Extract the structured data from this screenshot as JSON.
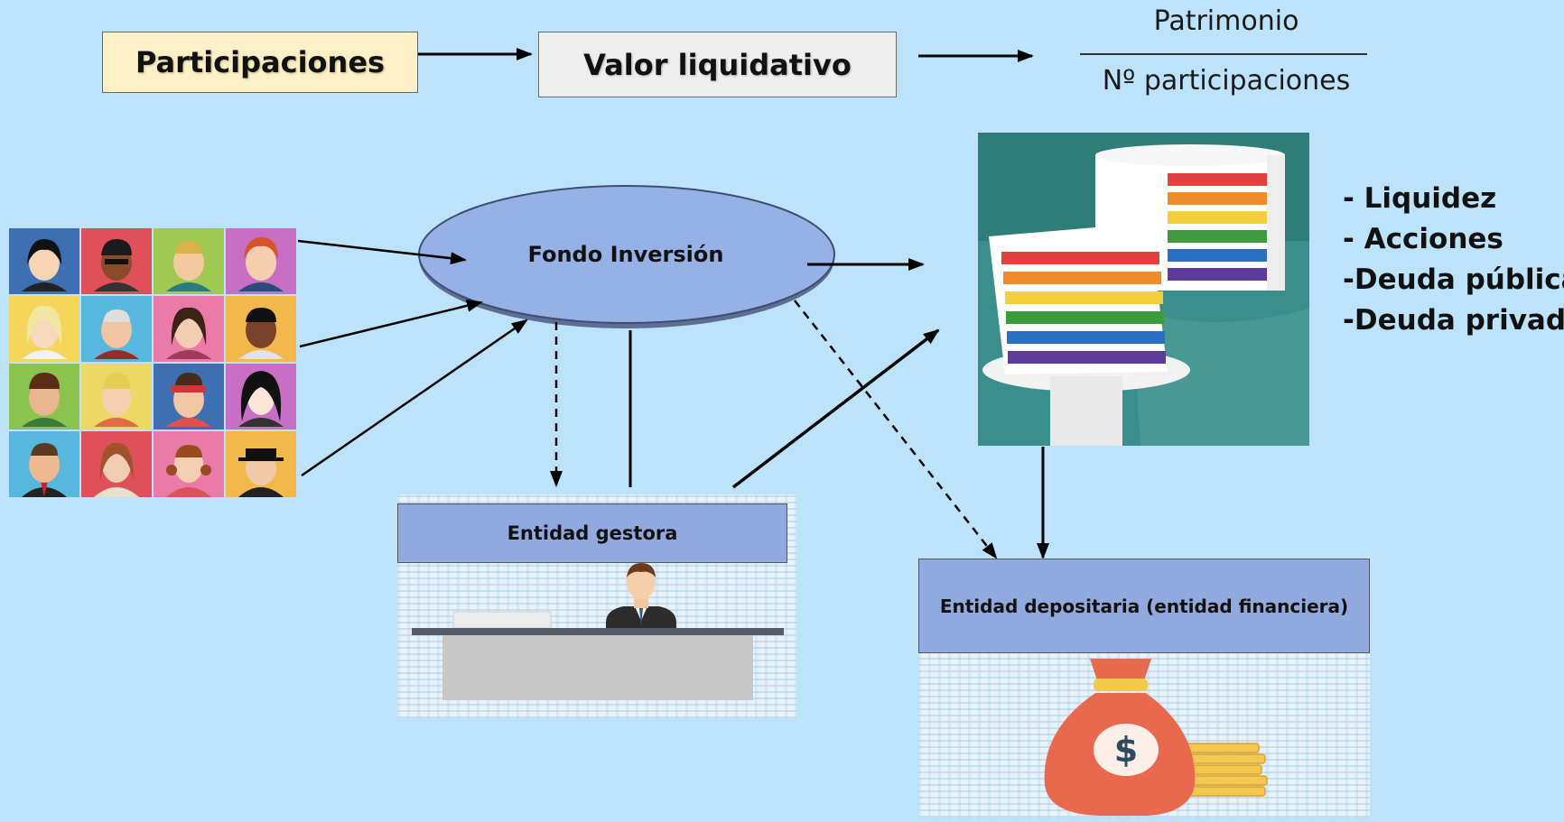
{
  "participaciones": "Participaciones",
  "valor_liquidativo": "Valor liquidativo",
  "formula": {
    "numerator": "Patrimonio",
    "denominator": "Nº participaciones"
  },
  "fondo": "Fondo Inversión",
  "gestora": "Entidad gestora",
  "depositaria": "Entidad depositaria (entidad financiera)",
  "assets": [
    "- Liquidez",
    "- Acciones",
    "-Deuda pública",
    "-Deuda privada"
  ],
  "colors": {
    "background": "#bde3fb",
    "participaciones_fill": "#fdf0c6",
    "valor_fill": "#eeeeee",
    "ellipse_fill": "#96b1e6",
    "label_fill": "#90a9df",
    "bag": "#e9694f",
    "coins": "#f3c850"
  }
}
